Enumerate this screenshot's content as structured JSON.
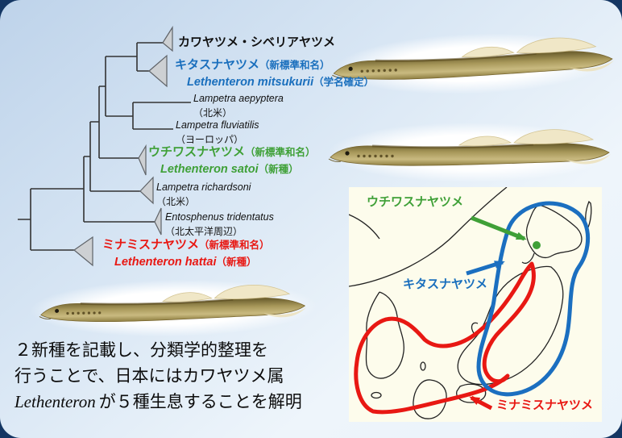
{
  "tree": {
    "taxa": {
      "kawayatsume": {
        "label": "カワヤツメ・シベリアヤツメ"
      },
      "kitasunayatsume": {
        "name": "キタスナヤツメ",
        "name_suffix": "（新標準和名）",
        "latin": "Lethenteron mitsukurii",
        "latin_suffix": "（学名確定）"
      },
      "aepyptera": {
        "latin": "Lampetra aepyptera",
        "region": "（北米）"
      },
      "fluviatilis": {
        "latin": "Lampetra fluviatilis",
        "region": "（ヨーロッパ）"
      },
      "uchiwasunayatsume": {
        "name": "ウチワスナヤツメ",
        "name_suffix": "（新標準和名）",
        "latin": "Lethenteron satoi",
        "latin_suffix": "（新種）"
      },
      "richardsoni": {
        "latin": "Lampetra richardsoni",
        "region": "（北米）"
      },
      "tridentatus": {
        "latin": "Entosphenus tridentatus",
        "region": "（北太平洋周辺）"
      },
      "minamisunayatsume": {
        "name": "ミナミスナヤツメ",
        "name_suffix": "（新標準和名）",
        "latin": "Lethenteron hattai",
        "latin_suffix": "（新種）"
      }
    }
  },
  "map": {
    "labels": {
      "uchiwa": "ウチワスナヤツメ",
      "kita": "キタスナヤツメ",
      "minami": "ミナミスナヤツメ"
    }
  },
  "caption": {
    "line1": "２新種を記載し、分類学的整理を",
    "line2": "行うことで、日本にはカワヤツメ属",
    "line3_species": "Lethenteron",
    "line3_rest": "が５種生息することを解明"
  },
  "colors": {
    "highlight_blue": "#1a6fbd",
    "highlight_green": "#3fa037",
    "highlight_red": "#e81813",
    "tree_line": "#333333",
    "clade_triangle_fill": "#cdd0d3",
    "map_background": "#fdfcec",
    "panel_gradient_start": "#bed3ea",
    "panel_gradient_end": "#eef5fb"
  }
}
